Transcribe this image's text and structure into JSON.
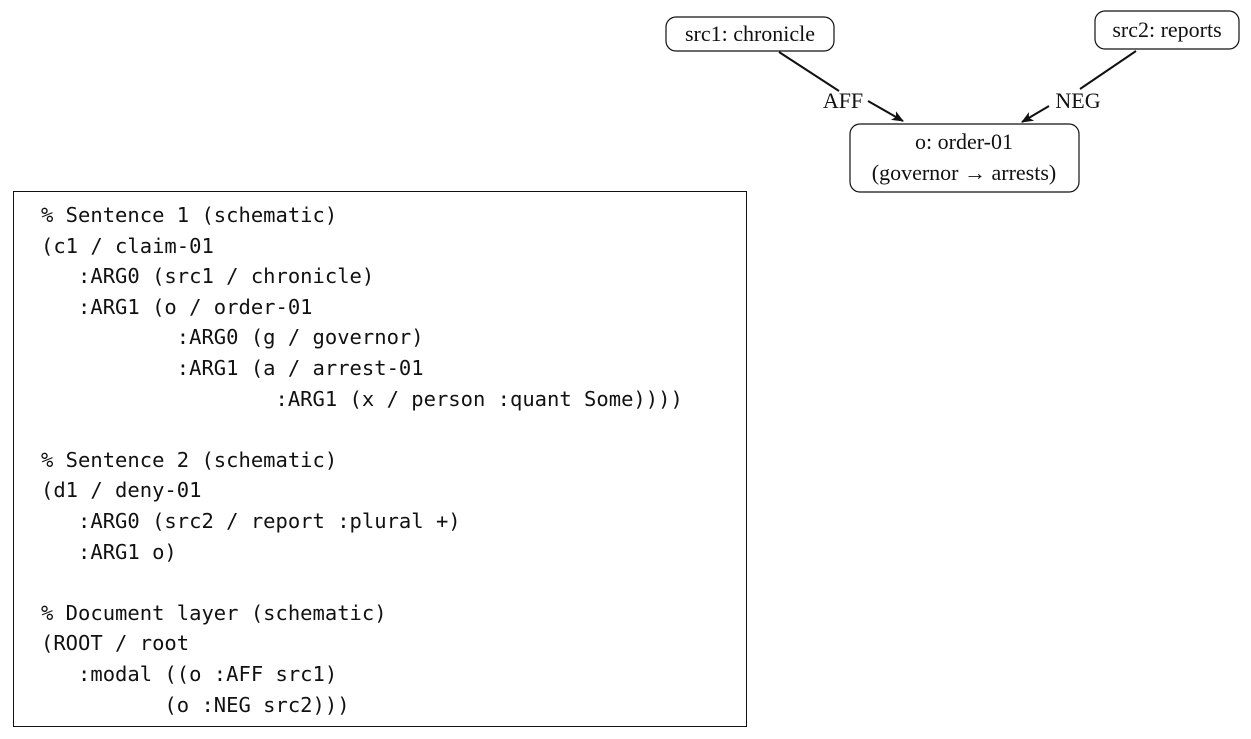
{
  "diagram": {
    "nodes": {
      "src1": {
        "label": "src1: chronicle"
      },
      "src2": {
        "label": "src2: reports"
      },
      "order": {
        "label_line1": "o: order-01",
        "label_line2": "(governor → arrests)"
      }
    },
    "edges": [
      {
        "from": "src1",
        "to": "order",
        "label": "AFF"
      },
      {
        "from": "src2",
        "to": "order",
        "label": "NEG"
      }
    ]
  },
  "code": {
    "lines": [
      "% Sentence 1 (schematic)",
      "(c1 / claim-01",
      "   :ARG0 (src1 / chronicle)",
      "   :ARG1 (o / order-01",
      "           :ARG0 (g / governor)",
      "           :ARG1 (a / arrest-01",
      "                   :ARG1 (x / person :quant Some))))",
      "",
      "% Sentence 2 (schematic)",
      "(d1 / deny-01",
      "   :ARG0 (src2 / report :plural +)",
      "   :ARG1 o)",
      "",
      "% Document layer (schematic)",
      "(ROOT / root",
      "   :modal ((o :AFF src1)",
      "          (o :NEG src2)))"
    ]
  }
}
